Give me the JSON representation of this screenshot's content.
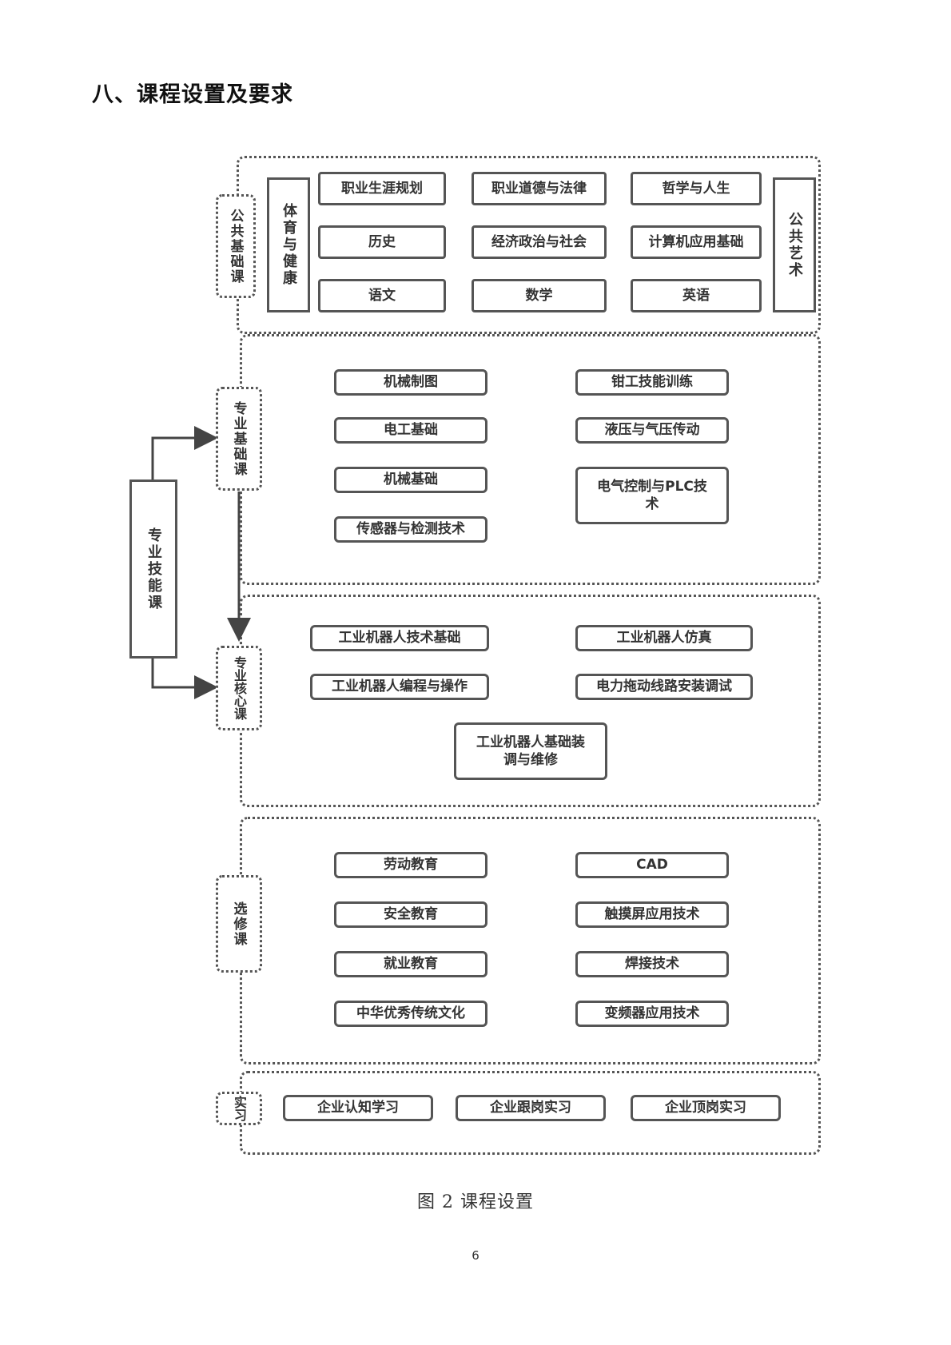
{
  "heading": "八、课程设置及要求",
  "public": {
    "label": "公共基础课",
    "pe": "体育与健康",
    "art": "公共艺术",
    "courses": [
      "职业生涯规划",
      "职业道德与法律",
      "哲学与人生",
      "历史",
      "经济政治与社会",
      "计算机应用基础",
      "语文",
      "数学",
      "英语"
    ]
  },
  "skill_label": "专业技能课",
  "basic": {
    "label": "专业基础课",
    "courses": [
      "机械制图",
      "钳工技能训练",
      "电工基础",
      "液压与气压传动",
      "机械基础",
      "电气控制与PLC技术",
      "传感器与检测技术"
    ]
  },
  "core": {
    "label": "专业核心课",
    "courses": [
      "工业机器人技术基础",
      "工业机器人仿真",
      "工业机器人编程与操作",
      "电力拖动线路安装调试",
      "工业机器人基础装调与维修"
    ]
  },
  "elective": {
    "label": "选修课",
    "courses": [
      "劳动教育",
      "CAD",
      "安全教育",
      "触摸屏应用技术",
      "就业教育",
      "焊接技术",
      "中华优秀传统文化",
      "变频器应用技术"
    ]
  },
  "internship": {
    "label": "实习",
    "courses": [
      "企业认知学习",
      "企业跟岗实习",
      "企业顶岗实习"
    ]
  },
  "caption": "图 2  课程设置",
  "page_number": "6"
}
